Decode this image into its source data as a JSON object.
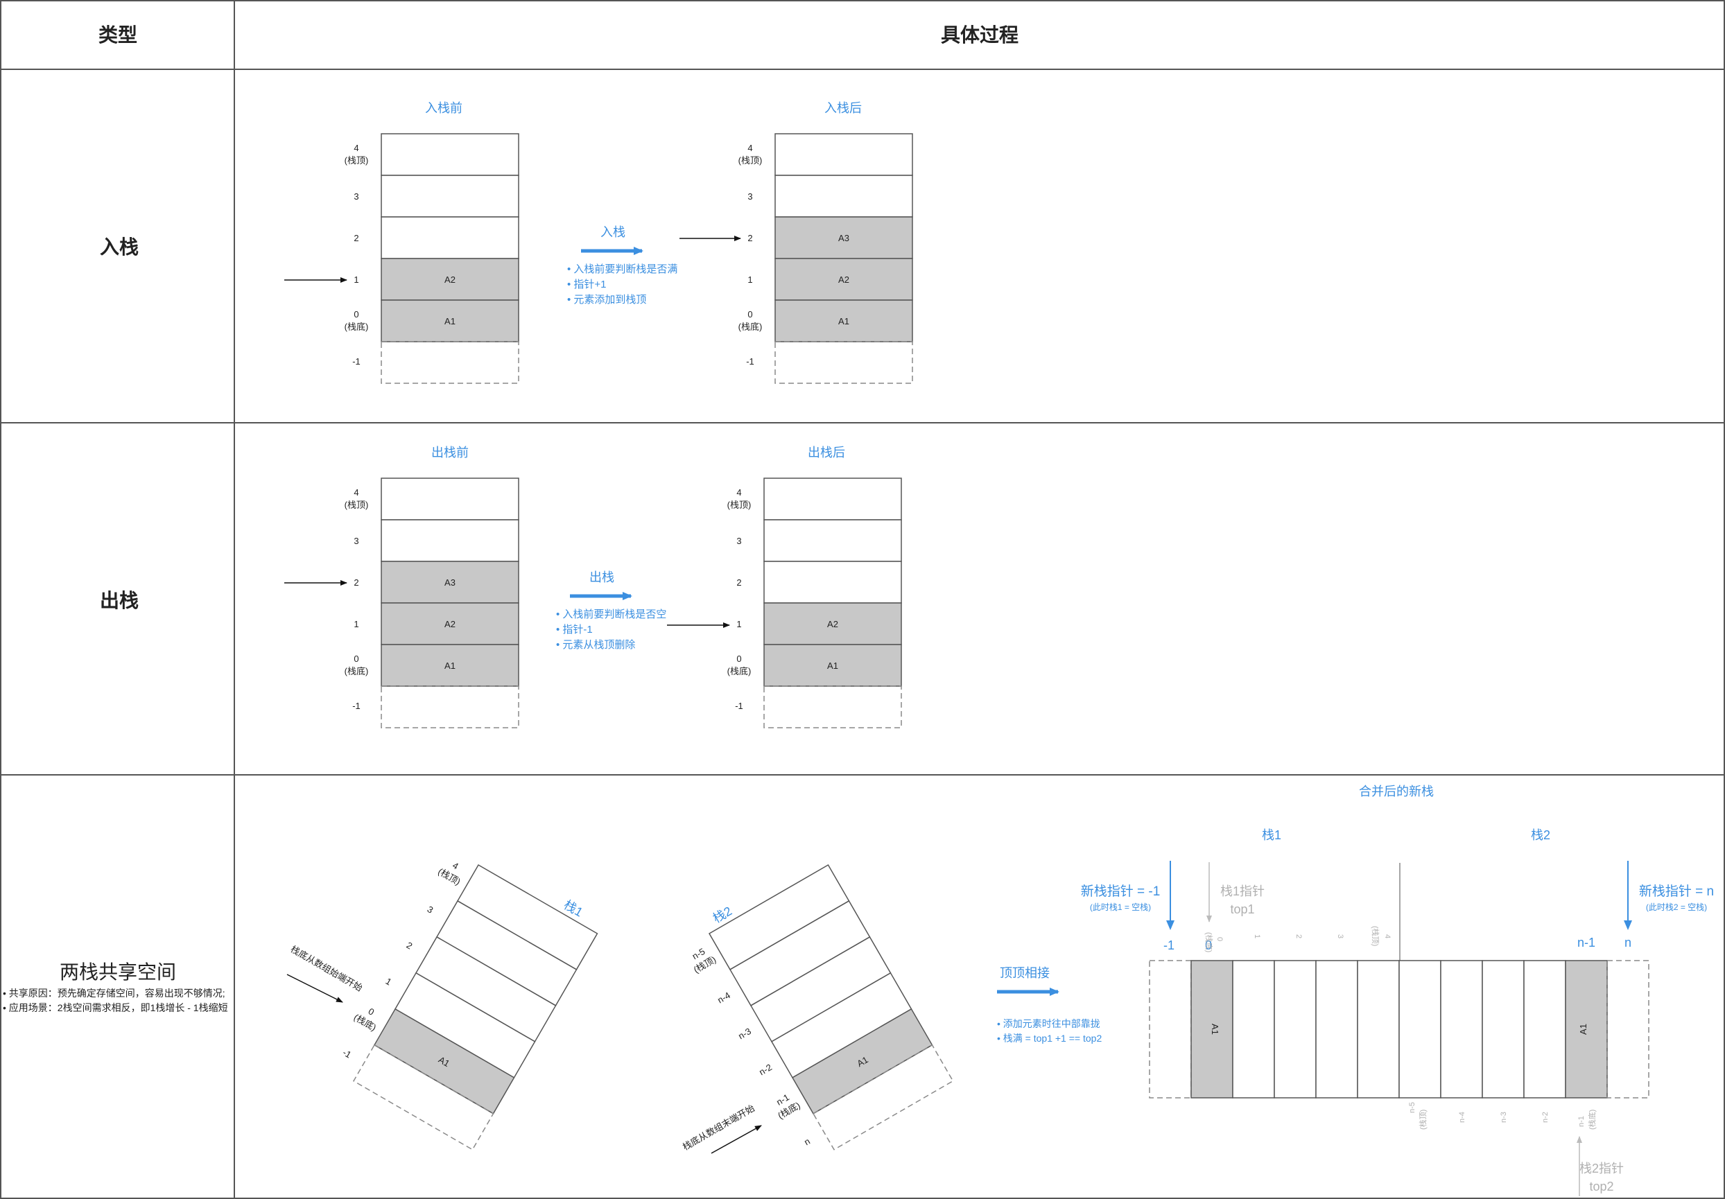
{
  "header": {
    "col_type": "类型",
    "col_process": "具体过程"
  },
  "rows": {
    "push": {
      "type_label": "入栈",
      "before_title": "入栈前",
      "after_title": "入栈后",
      "arrow_label": "入栈",
      "notes": [
        "• 入栈前要判断栈是否满",
        "• 指针+1",
        "• 元素添加到栈顶"
      ],
      "index_labels": [
        "4",
        "(栈顶)",
        "3",
        "2",
        "1",
        "0",
        "(栈底)",
        "-1"
      ],
      "before_cells": [
        "",
        "",
        "",
        "A2",
        "A1"
      ],
      "after_cells": [
        "",
        "",
        "A3",
        "A2",
        "A1"
      ]
    },
    "pop": {
      "type_label": "出栈",
      "before_title": "出栈前",
      "after_title": "出栈后",
      "arrow_label": "出栈",
      "notes": [
        "• 入栈前要判断栈是否空",
        "• 指针-1",
        "• 元素从栈顶删除"
      ],
      "before_cells": [
        "",
        "",
        "A3",
        "A2",
        "A1"
      ],
      "after_cells": [
        "",
        "",
        "",
        "A2",
        "A1"
      ]
    },
    "shared": {
      "type_label": "两栈共享空间",
      "notes": [
        "• 共享原因：预先确定存储空间，容易出现不够情况;",
        "• 应用场景：2栈空间需求相反，即1栈增长 - 1栈缩短"
      ],
      "stack1_title": "栈1",
      "stack2_title": "栈2",
      "stack1_labels": [
        "4",
        "(栈顶)",
        "3",
        "2",
        "1",
        "0",
        "(栈底)",
        "-1"
      ],
      "stack2_labels": [
        "n-5",
        "(栈顶)",
        "n-4",
        "n-3",
        "n-2",
        "n-1",
        "(栈底)",
        "n"
      ],
      "stack1_note": "栈底从数组始端开始",
      "stack2_note": "栈底从数组末端开始",
      "cell_value": "A1",
      "merge_arrow_label": "顶顶相接",
      "merge_notes": [
        "• 添加元素时往中部靠拢",
        "• 栈满 = top1 +1 == top2"
      ],
      "merged_title": "合并后的新栈",
      "left_pointer": "新栈指针 = -1",
      "left_pointer_sub": "(此时栈1 = 空栈)",
      "right_pointer": "新栈指针 = n",
      "right_pointer_sub": "(此时栈2 = 空栈)",
      "top1_label": "栈1指针",
      "top1_sub": "top1",
      "top2_label": "栈2指针",
      "top2_sub": "top2",
      "idx_neg1": "-1",
      "idx_0": "0",
      "idx_n1": "n-1",
      "idx_n": "n",
      "top_small_labels": [
        "0",
        "(栈底)",
        "1",
        "2",
        "3",
        "4",
        "(栈顶)"
      ],
      "bottom_small_labels": [
        "n-5",
        "(栈顶)",
        "n-4",
        "n-3",
        "n-2",
        "n-1",
        "(栈底)"
      ]
    }
  },
  "colors": {
    "accent": "#3b8fe0",
    "filled_cell": "#c8c8c8",
    "border": "#555555"
  }
}
